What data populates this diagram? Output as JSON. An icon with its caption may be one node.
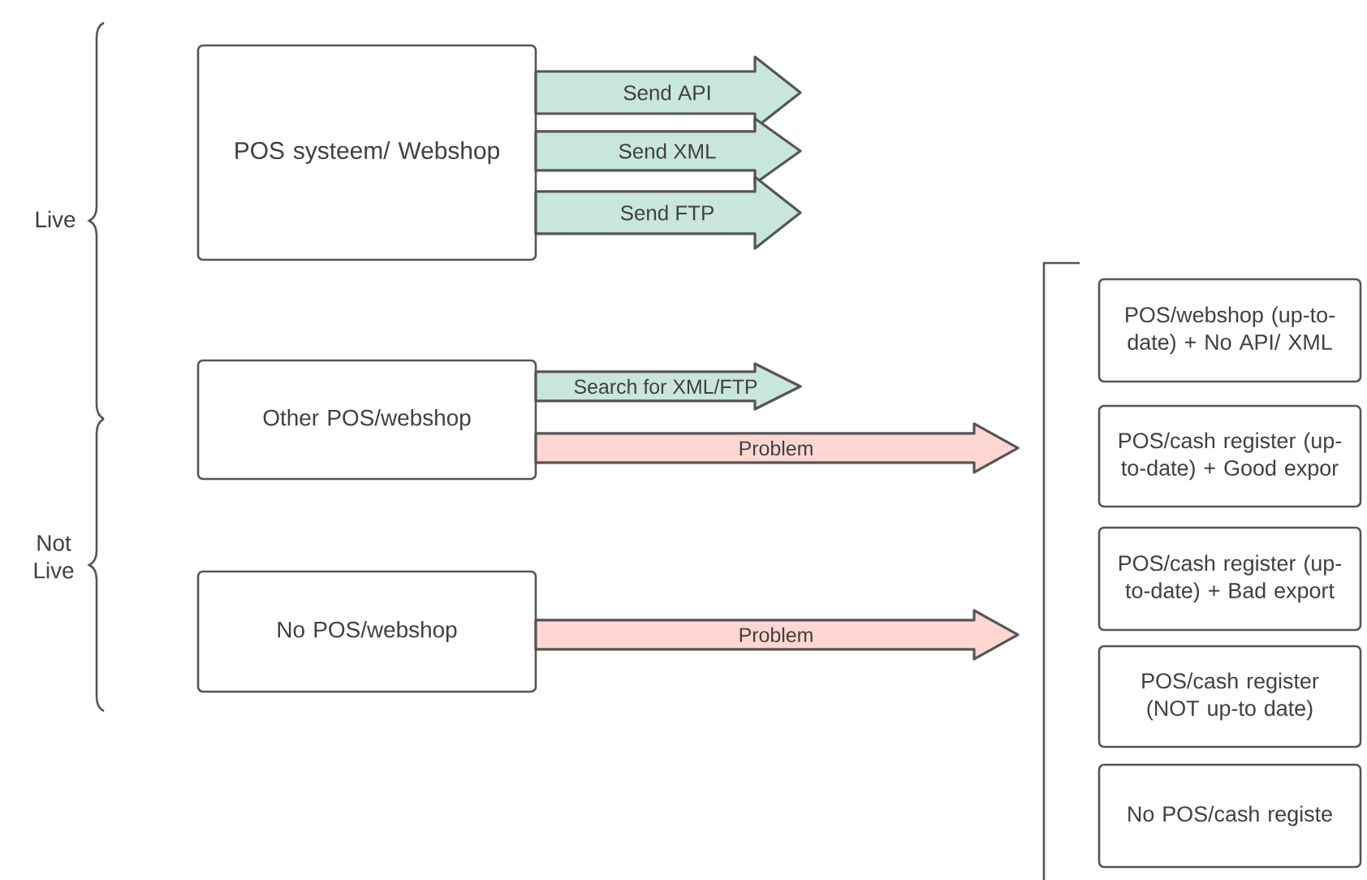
{
  "diagram": {
    "nodes": [
      {
        "text": [
          "POS systeem/ Webshop"
        ]
      },
      {
        "text": [
          "Other POS/webshop"
        ]
      },
      {
        "text": [
          "No POS/webshop"
        ]
      },
      {
        "text": [
          "POS/webshop (up-to-date) + No API/ XML"
        ]
      },
      {
        "text": [
          "POS/cash register (up-to-date) + Good expor"
        ]
      },
      {
        "text": [
          "POS/cash register (up-to-date) + Bad export"
        ]
      },
      {
        "text": [
          "POS/cash register (NOT up-to date)"
        ]
      },
      {
        "text": [
          "No POS/cash registe"
        ]
      }
    ],
    "edges": [
      {
        "from": 0,
        "to": null,
        "arrow": "to",
        "label": "Send API",
        "style": "thick",
        "color": "#c8e6dc"
      },
      {
        "from": 0,
        "to": null,
        "arrow": "to",
        "label": "Send XML",
        "style": "thick",
        "color": "#c8e6dc"
      },
      {
        "from": 0,
        "to": null,
        "arrow": "to",
        "label": "Send FTP",
        "style": "thick",
        "color": "#c8e6dc"
      },
      {
        "from": 1,
        "to": null,
        "arrow": "to",
        "label": "Search for XML/FTP",
        "style": "thick",
        "color": "#c8e6dc"
      },
      {
        "from": 1,
        "to": null,
        "arrow": "to",
        "label": "Problem",
        "style": "thick",
        "color": "#ffd6d2"
      },
      {
        "from": 2,
        "to": null,
        "arrow": "to",
        "label": "Problem",
        "style": "thick",
        "color": "#ffd6d2"
      }
    ],
    "labels": [
      "Live",
      "Not Live"
    ]
  }
}
